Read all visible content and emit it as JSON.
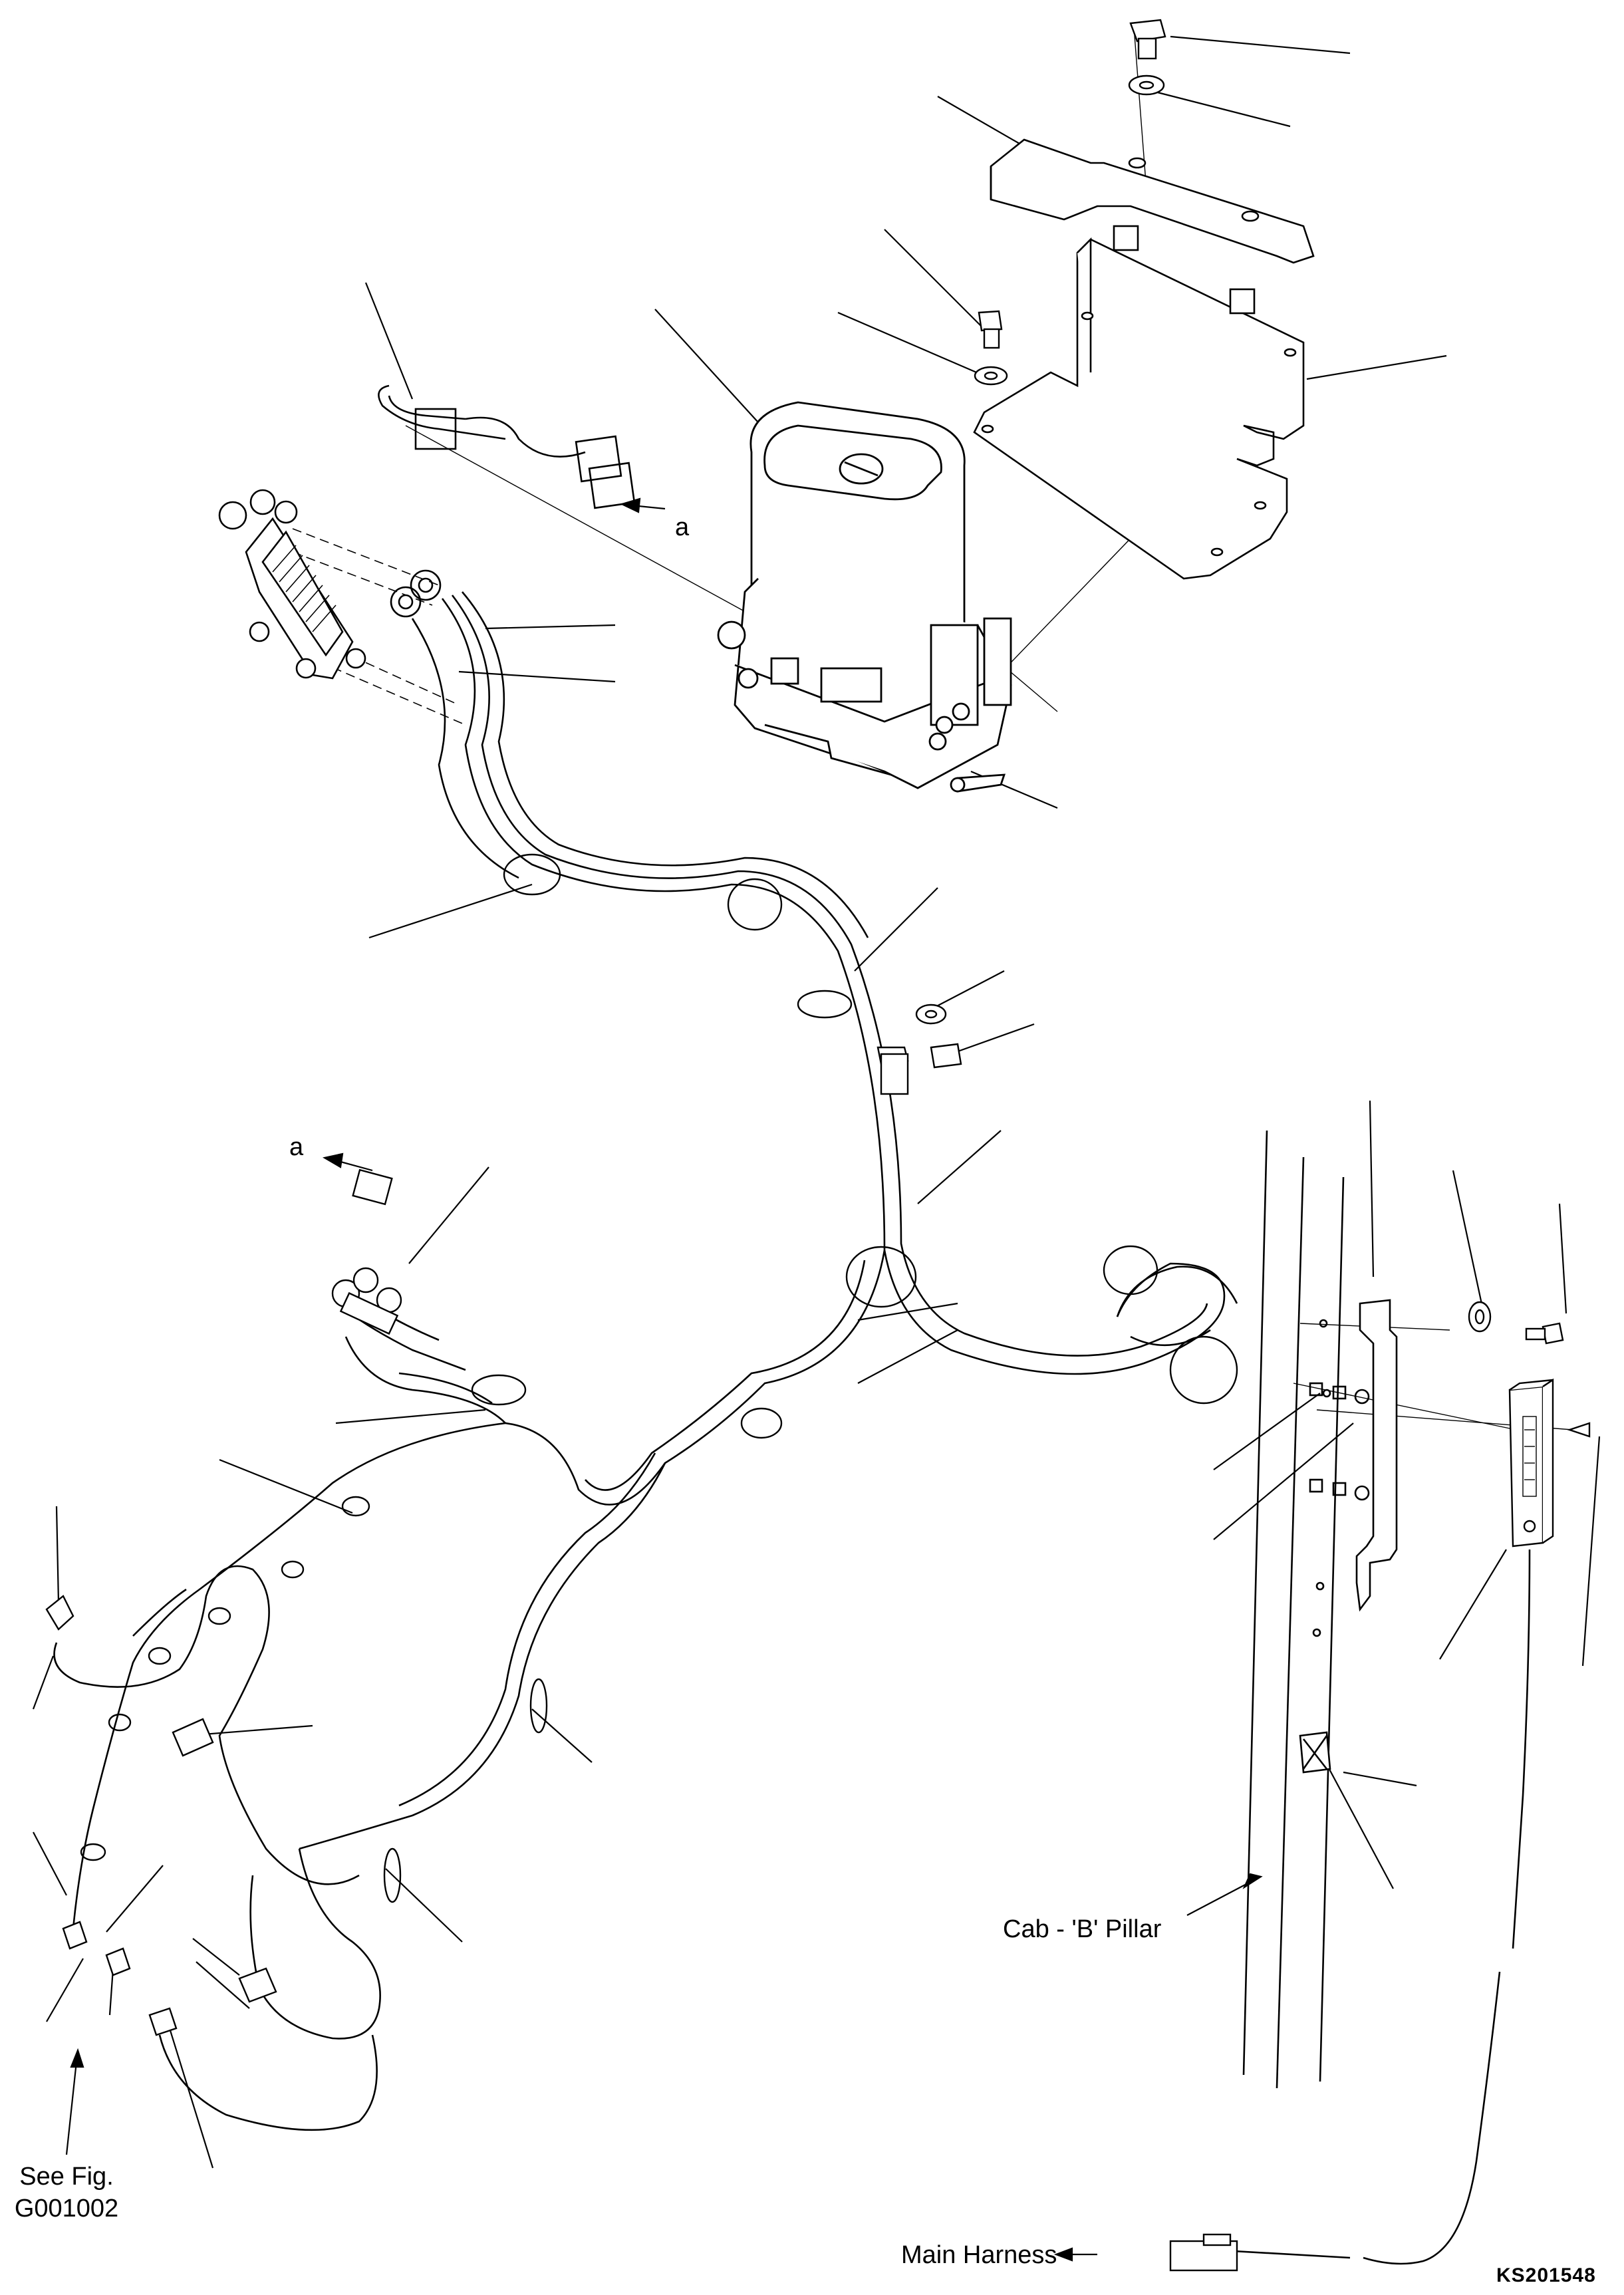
{
  "labels": {
    "ref_a_top": "a",
    "ref_a_left": "a",
    "see_fig_line1": "See Fig.",
    "see_fig_line2": "G001002",
    "cab_pillar": "Cab - 'B' Pillar",
    "main_harness": "Main Harness",
    "drawing_id": "KS201548"
  }
}
